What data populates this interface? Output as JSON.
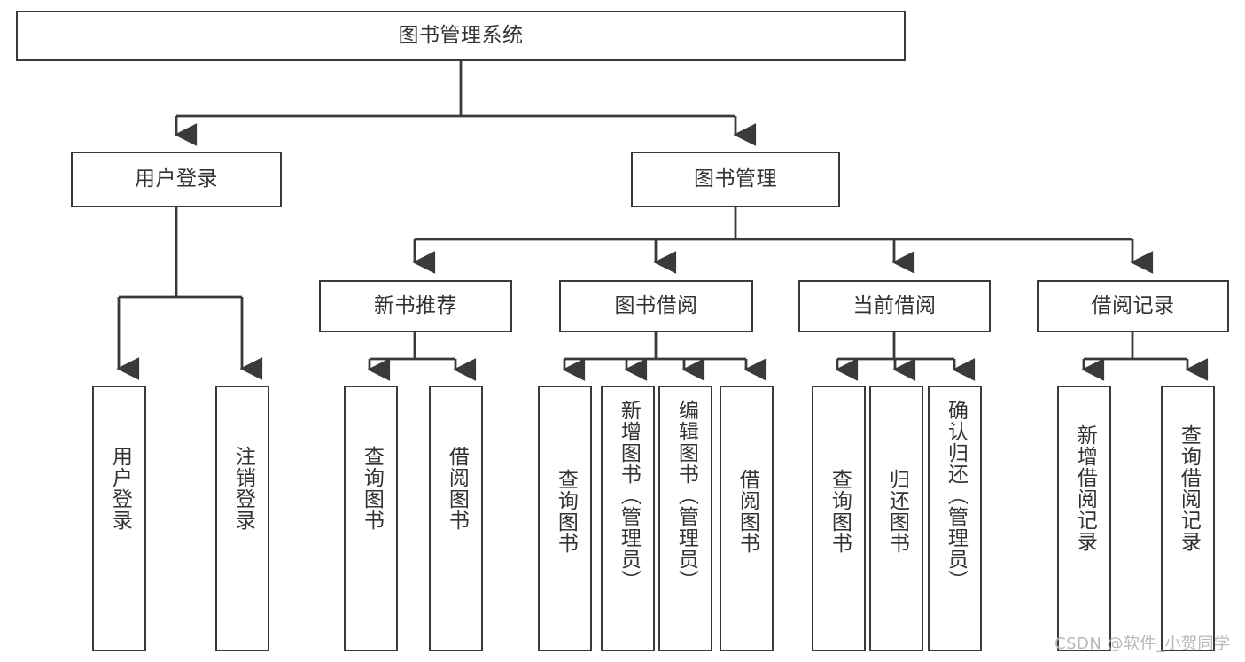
{
  "diagram": {
    "type": "tree-hierarchy",
    "title": "图书管理系统",
    "watermark": "CSDN @软件_小贺同学",
    "colors": {
      "stroke": "#3a3a3a",
      "fill": "#ffffff",
      "text": "#333333",
      "watermark": "#b8b8b8"
    },
    "nodes": {
      "root": {
        "label": "图书管理系统"
      },
      "level1": [
        {
          "label": "用户登录"
        },
        {
          "label": "图书管理"
        }
      ],
      "level2": [
        {
          "label": "新书推荐"
        },
        {
          "label": "图书借阅"
        },
        {
          "label": "当前借阅"
        },
        {
          "label": "借阅记录"
        }
      ],
      "leaves_user_login": [
        {
          "label": "用户登录"
        },
        {
          "label": "注销登录"
        }
      ],
      "leaves_new_book": [
        {
          "label": "查询图书"
        },
        {
          "label": "借阅图书"
        }
      ],
      "leaves_borrow": [
        {
          "label": "查询图书"
        },
        {
          "label": "新增图书（管理员）"
        },
        {
          "label": "编辑图书（管理员）"
        },
        {
          "label": "借阅图书"
        }
      ],
      "leaves_current": [
        {
          "label": "查询图书"
        },
        {
          "label": "归还图书"
        },
        {
          "label": "确认归还（管理员）"
        }
      ],
      "leaves_records": [
        {
          "label": "新增借阅记录"
        },
        {
          "label": "查询借阅记录"
        }
      ]
    }
  }
}
